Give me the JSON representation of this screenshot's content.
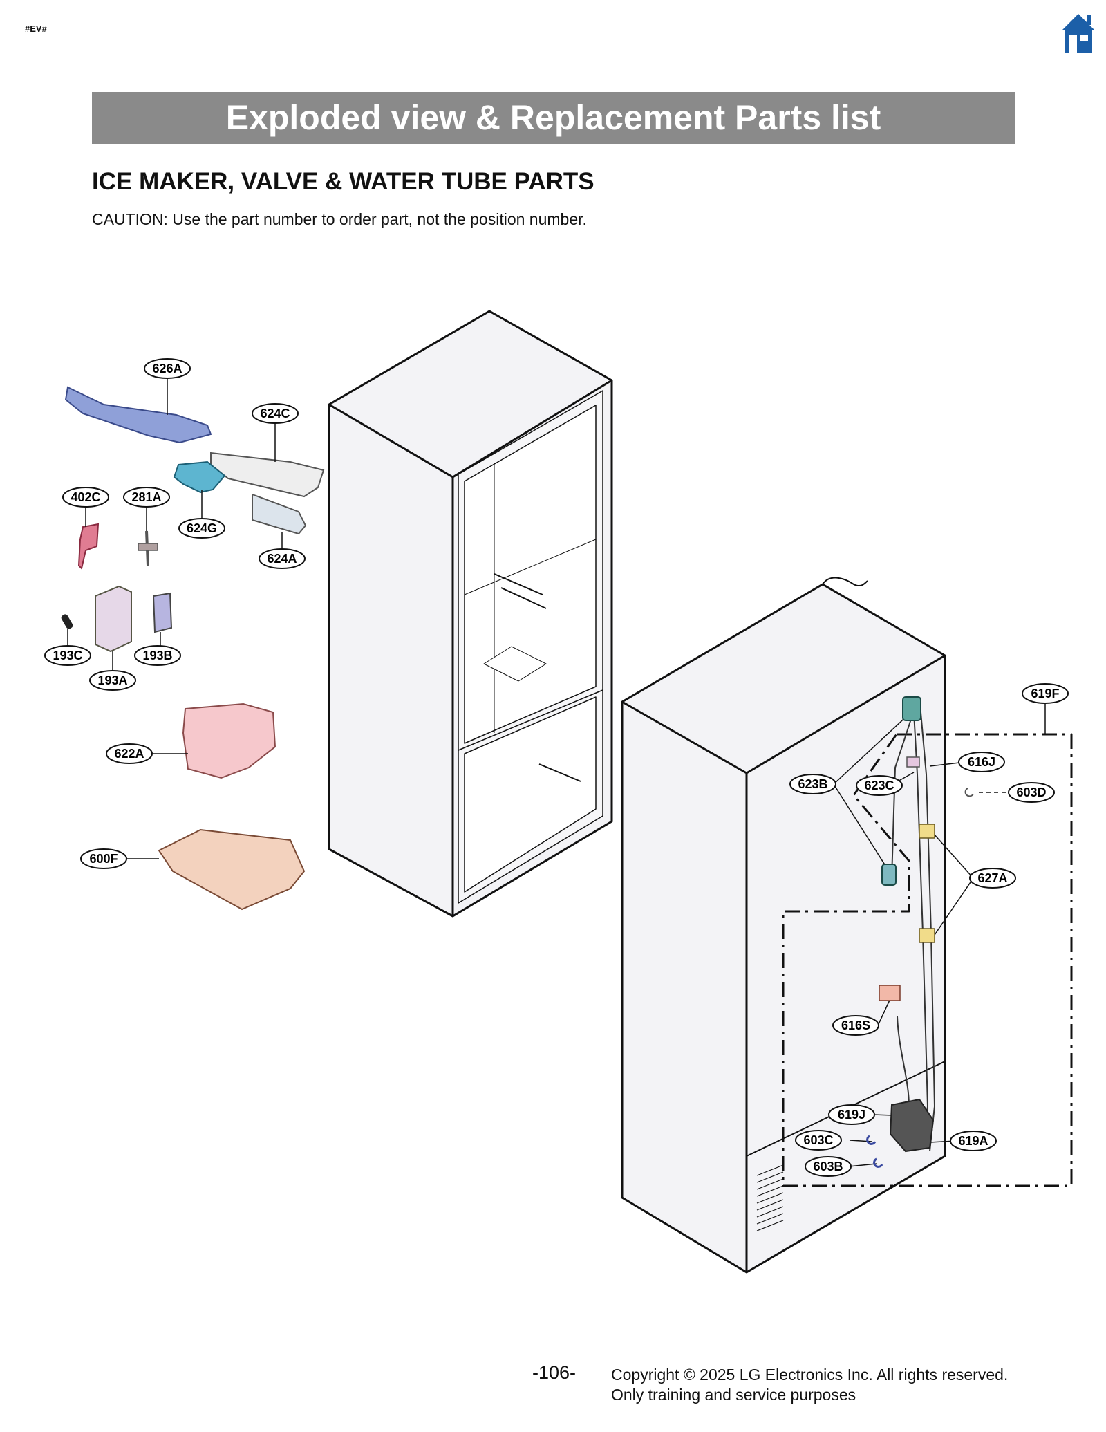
{
  "header": {
    "tag": "#EV#",
    "home_icon": "home-icon"
  },
  "banner": {
    "title": "Exploded view & Replacement Parts list"
  },
  "section": {
    "title": "ICE MAKER, VALVE & WATER TUBE PARTS",
    "caution": "CAUTION: Use the part number to order part, not the position number."
  },
  "callouts": [
    "626A",
    "624C",
    "402C",
    "281A",
    "624G",
    "624A",
    "193C",
    "193B",
    "193A",
    "622A",
    "600F",
    "619F",
    "616J",
    "623B",
    "623C",
    "603D",
    "627A",
    "616S",
    "619J",
    "603C",
    "619A",
    "603B"
  ],
  "footer": {
    "page_number": "-106-",
    "copyright": "Copyright © 2025 LG Electronics Inc. All rights reserved.",
    "purpose": "Only training and service purposes"
  },
  "colors": {
    "banner": "#8a8a8a",
    "home_icon": "#1c5fa8"
  }
}
